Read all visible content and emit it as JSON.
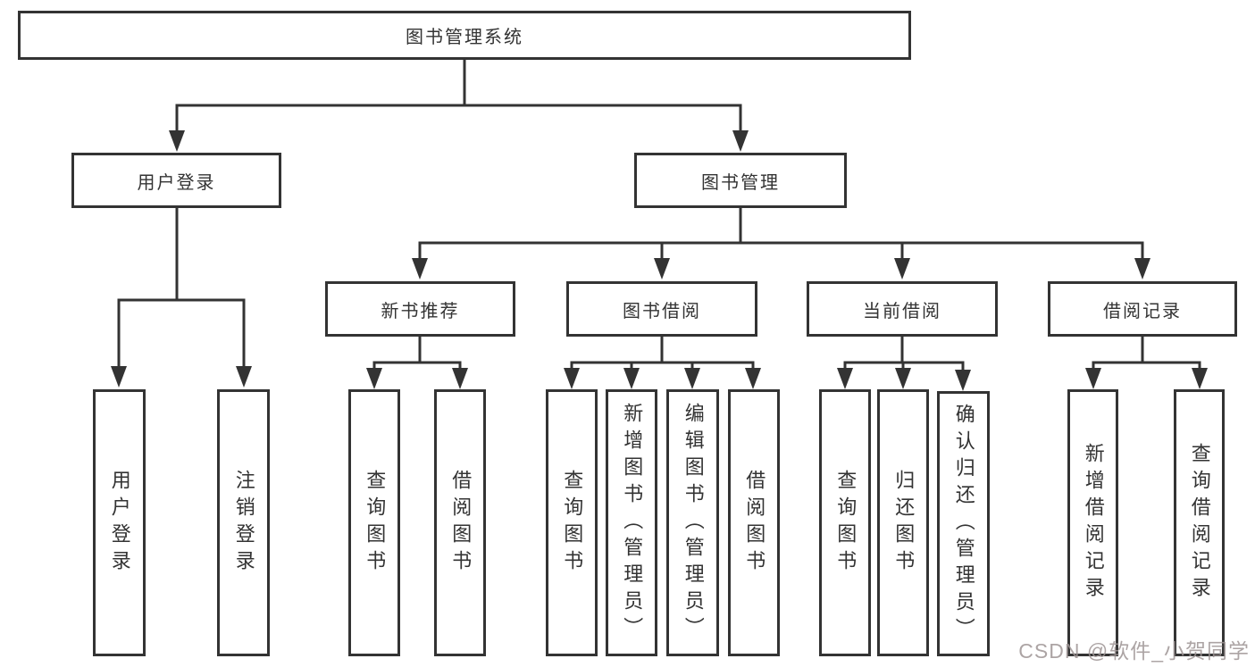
{
  "diagram": {
    "tree": {
      "label": "图书管理系统",
      "children": [
        {
          "label": "用户登录",
          "children": [
            {
              "label": "用户登录"
            },
            {
              "label": "注销登录"
            }
          ]
        },
        {
          "label": "图书管理",
          "children": [
            {
              "label": "新书推荐",
              "children": [
                {
                  "label": "查询图书"
                },
                {
                  "label": "借阅图书"
                }
              ]
            },
            {
              "label": "图书借阅",
              "children": [
                {
                  "label": "查询图书"
                },
                {
                  "label": "新增图书（管理员）"
                },
                {
                  "label": "编辑图书（管理员）"
                },
                {
                  "label": "借阅图书"
                }
              ]
            },
            {
              "label": "当前借阅",
              "children": [
                {
                  "label": "查询图书"
                },
                {
                  "label": "归还图书"
                },
                {
                  "label": "确认归还（管理员）"
                }
              ]
            },
            {
              "label": "借阅记录",
              "children": [
                {
                  "label": "新增借阅记录"
                },
                {
                  "label": "查询借阅记录"
                }
              ]
            }
          ]
        }
      ]
    },
    "colors": {
      "line": "#333333",
      "text": "#333333",
      "box_background": "#ffffff",
      "watermark": "#9e9494"
    }
  },
  "watermark": {
    "text": "CSDN @软件_小贺同学"
  }
}
